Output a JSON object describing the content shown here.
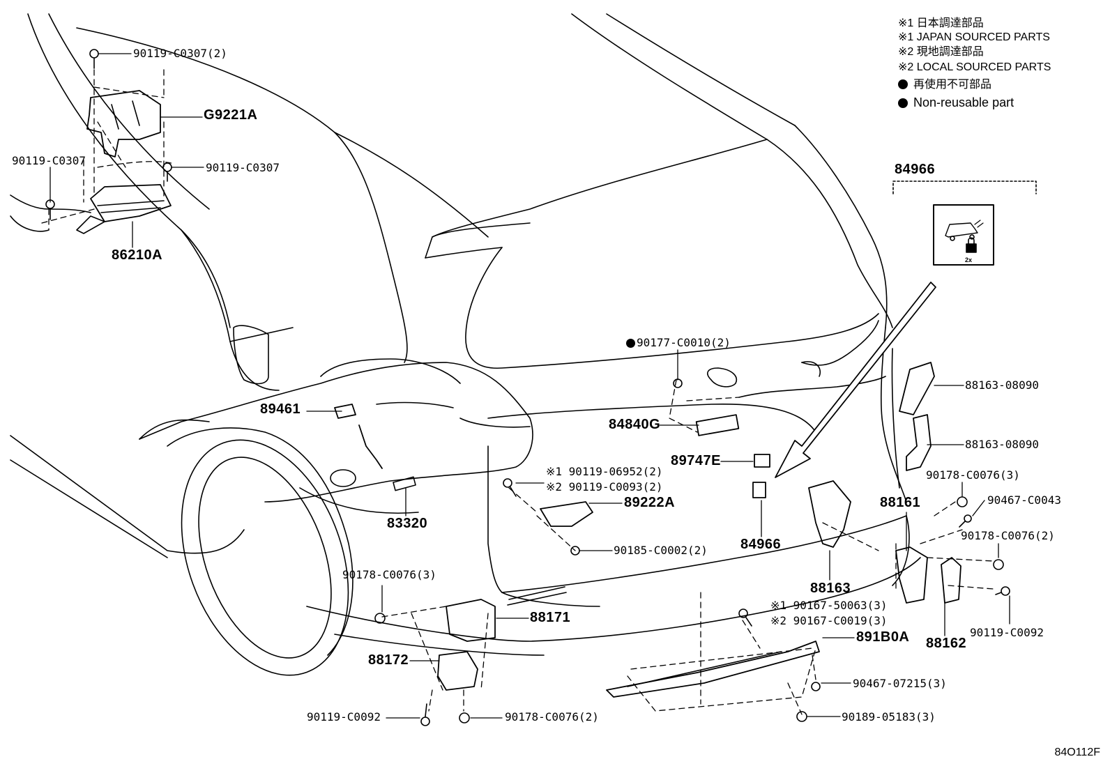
{
  "legend": {
    "line1": "※1 日本調達部品",
    "line2": "※1 JAPAN SOURCED PARTS",
    "line3": "※2 現地調達部品",
    "line4": "※2 LOCAL SOURCED PARTS",
    "line5": "再使用不可部品",
    "line6": "Non-reusable part"
  },
  "kit": {
    "label": "84966",
    "lock_count": "2x"
  },
  "labels": {
    "p90119_c0307_2": "90119-C0307(2)",
    "g9221a": "G9221A",
    "p90119_c0307_left": "90119-C0307",
    "p90119_c0307_mid": "90119-C0307",
    "p86210a": "86210A",
    "p90177_c0010": "90177-C0010(2)",
    "p89461": "89461",
    "p84840g": "84840G",
    "p89747e": "89747E",
    "p90119_06952": "※1 90119-06952(2)",
    "p90119_c0093": "※2 90119-C0093(2)",
    "p89222a": "89222A",
    "p83320": "83320",
    "p84966_sw": "84966",
    "p90185_c0002": "90185-C0002(2)",
    "p88163_08090_a": "88163-08090",
    "p88163_08090_b": "88163-08090",
    "p90178_c0076_3r": "90178-C0076(3)",
    "p90467_c0043": "90467-C0043",
    "p88161": "88161",
    "p90178_c0076_2r": "90178-C0076(2)",
    "p88163": "88163",
    "p88162": "88162",
    "p90119_c0092_r": "90119-C0092",
    "p90178_c0076_3l": "90178-C0076(3)",
    "p88171": "88171",
    "p88172": "88172",
    "p90119_c0092_l": "90119-C0092",
    "p90178_c0076_2l": "90178-C0076(2)",
    "p90167_50063": "※1 90167-50063(3)",
    "p90167_c0019": "※2 90167-C0019(3)",
    "p891b0a": "891B0A",
    "p90467_07215": "90467-07215(3)",
    "p90189_05183": "90189-05183(3)"
  },
  "figure_id": "84O112F"
}
